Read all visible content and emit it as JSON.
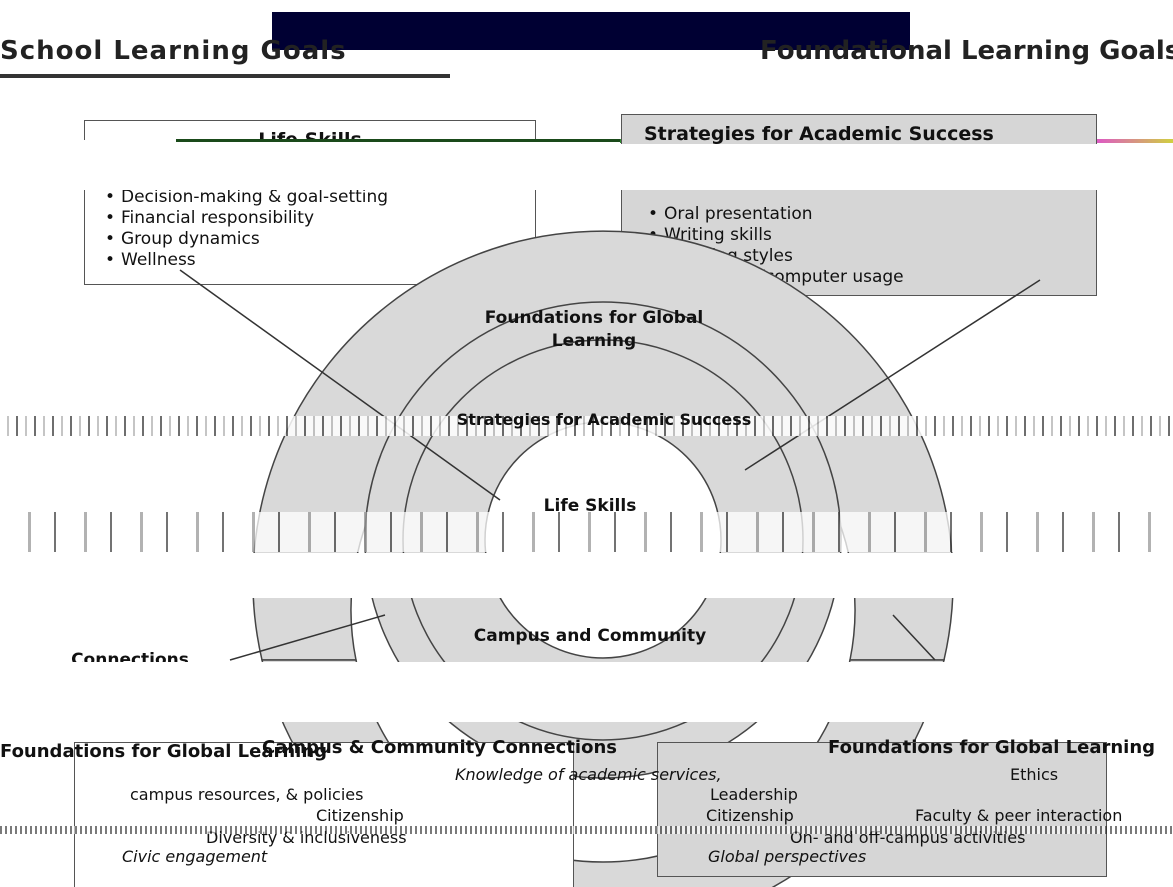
{
  "header": {
    "title_left": "School Learning Goals",
    "title_right": "Foundational Learning Goals"
  },
  "life_skills_box": {
    "title": "Life Skills",
    "items": [
      "Decision-making & goal-setting",
      "Financial responsibility",
      "Group dynamics",
      "Wellness"
    ]
  },
  "strategies_box": {
    "title": "Strategies for Academic Success",
    "items": [
      "Oral presentation",
      "Writing skills",
      "Learning styles",
      "Technology/computer usage"
    ]
  },
  "rings": {
    "outer": "Foundations for Global Learning",
    "middle": "Strategies for Academic Success",
    "inner": "Life Skills",
    "bottom": "Campus and Community",
    "connections": "Connections"
  },
  "bottom_section": {
    "left_header": "Foundations for Global Learning",
    "center_header": "Campus & Community Connections",
    "right_header": "Foundations for Global Learning",
    "campus_items": [
      "Knowledge of academic services,",
      "campus resources, & policies",
      "Citizenship",
      "Diversity & inclusiveness",
      "Civic engagement"
    ],
    "global_items": [
      "Ethics",
      "Leadership",
      "Citizenship",
      "Faculty & peer interaction",
      "On- and off-campus activities",
      "Global perspectives"
    ]
  },
  "colors": {
    "ring_fill": "#d9d9d9",
    "box_gray": "#d6d6d6",
    "header_bar": "#000033",
    "line": "#333333"
  }
}
